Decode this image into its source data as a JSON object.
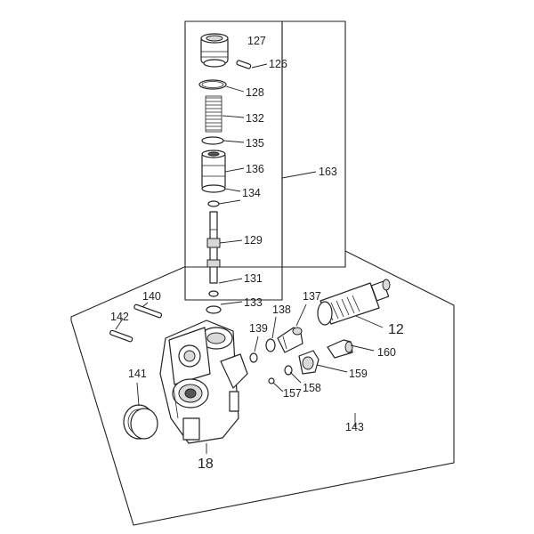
{
  "labels": {
    "p127": "127",
    "p126": "126",
    "p128": "128",
    "p132": "132",
    "p135": "135",
    "p136": "136",
    "p163": "163",
    "p134": "134",
    "p129": "129",
    "p131": "131",
    "p133": "133",
    "p140": "140",
    "p137": "137",
    "p138": "138",
    "p139": "139",
    "p142": "142",
    "p12": "12",
    "p160": "160",
    "p141": "141",
    "p159": "159",
    "p158": "158",
    "p157": "157",
    "p143": "143",
    "p18": "18"
  }
}
